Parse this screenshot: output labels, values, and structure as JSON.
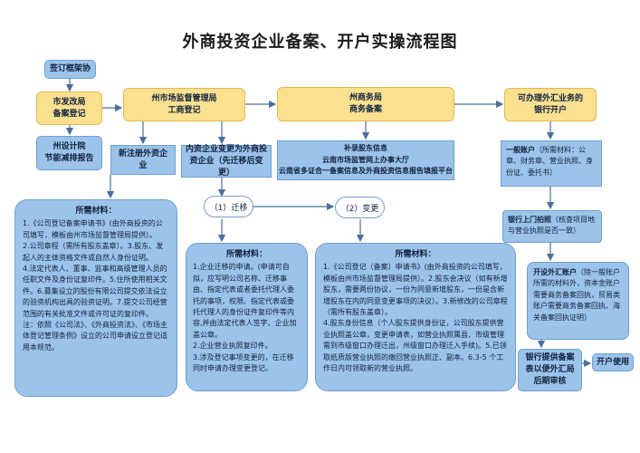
{
  "title": "外商投资企业备案、开户实操流程图",
  "nodes": {
    "sign_agreement": "签订框架协",
    "dev_reform_line1": "市发改局",
    "dev_reform_line2": "备案登记",
    "design_institute_line1": "州设计院",
    "design_institute_line2": "节能减排报告",
    "market_bureau_line1": "州市场监督管理局",
    "market_bureau_line2": "工商登记",
    "new_foreign_enterprise": "新注册外资企业",
    "domestic_to_foreign": "内资企业变更为外商投资企业（先迁移后变更）",
    "commerce_bureau_line1": "州商务局",
    "commerce_bureau_line2": "商务备案",
    "supplement_line1": "补录股东信息",
    "supplement_line2": "云南市场监管网上办事大厅",
    "supplement_line3": "云南省多证合一备案信息及外商投资信息报告填报平台",
    "forex_bank_line1": "可办理外汇业务的",
    "forex_bank_line2": "银行开户",
    "general_account_title": "一般账户",
    "general_account_text": "（所需材料：公章、财务章、营业执照、身份证、委托书）",
    "bank_visit_title": "银行上门拍照",
    "bank_visit_text": "（核查项目地与营业执照是否一致）",
    "forex_account_title": "开设外汇账户",
    "forex_account_text": "（除一般账户所需的材料外，资本金账户需要商务备案回执，贸易类账户需要商务备案回执、海关备案回执证明）",
    "bank_review": "银行提供备案表以便外汇局后期审核",
    "open_use": "开户使用",
    "migration": "（1）迁移",
    "change": "（2）变更"
  },
  "materials_left": {
    "heading": "所需材料：",
    "items": [
      "1.《公司登记备案申请书》(由外商投资的公司填写，模板由州市场监督管理局提供）。",
      "2.公司章程（需所有股东盖章）。3.股东、发起人的主体资格文件或自然人身份证明。",
      "4.法定代表人、董事、监事和高级管理人员的任职文件及身份证复印件。5.住所使用相关文件。6.募集设立的股份有限公司提交依法设立的验资机构出具的验资证明。7.提交公司经营范围的有关批准文件或许可证的复印件。",
      "注：依照《公司法》、《外商投资法》、《市场主体登记管理条例》设立的公司申请设立登记适用本规范。"
    ]
  },
  "materials_mid": {
    "heading": "所需材料：",
    "items": [
      "1.企业迁移的申请。(申请可自拟，应写明公司名称、迁移事由、指定代表或者委托代理人委托的事项，权限、指定代表或委托代理人的身份证件复印件等内容,并由法定代表人签字、企业加盖公章。",
      "2.企业营业执照复印件。",
      "3.涉及登记事项变更的，在迁移同时申请办理变更登记。"
    ]
  },
  "materials_right": {
    "heading": "所需材料：",
    "items": [
      "1.《公司登记（备案）申请书》(由外商投资的公司填写，模板由州市场监督管理局提供）。2.股东会决议（如有新增股东，需要两份协议，一份为同意新增股东，一份是含新增股东在内的同意变更事项的决议）。3.新修改的公司章程（需所有股东盖章）。",
      "4.股东身份信息（个人股东提供身份证，公司股东提供营业执照盖公章，变更申请表，如营业执照属县、市级管理需到市级窗口办理迁出，州级窗口办理迁入手续)。5.已领取纸质版营业执照的缴回营业执照正、副本。6.3-5 个工作日内可领取新的营业执照。"
    ]
  },
  "colors": {
    "node_blue": "#9cc3ea",
    "node_yellow": "#fbe08f",
    "arrow": "#4a6f9c"
  }
}
